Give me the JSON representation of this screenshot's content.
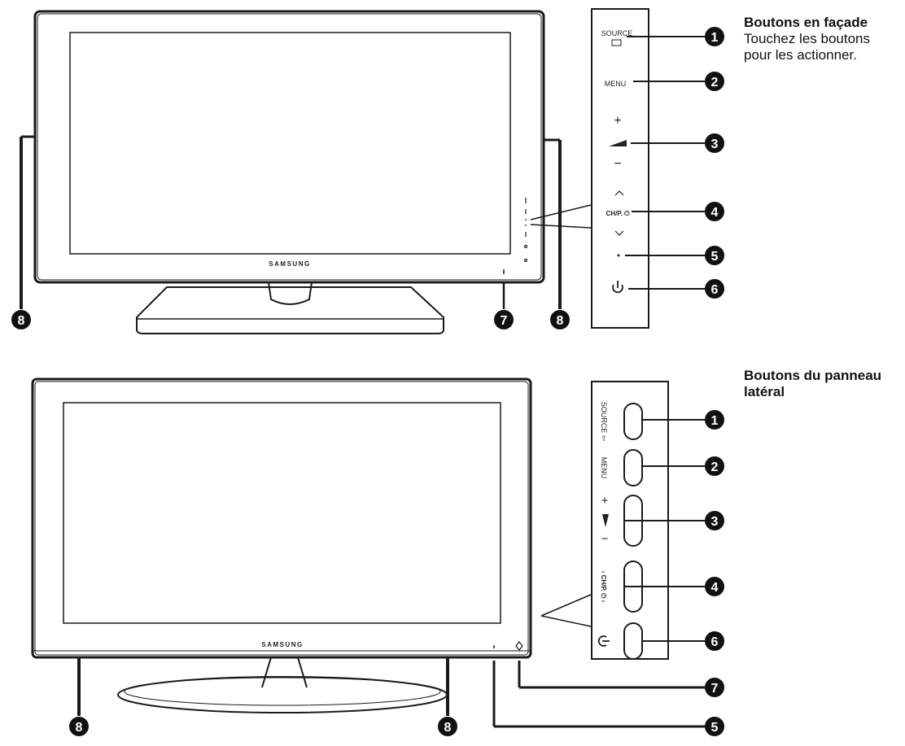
{
  "top_section": {
    "title": "Boutons en façade",
    "description_line1": "Touchez les boutons",
    "description_line2": "pour les actionner.",
    "brand": "SAMSUNG",
    "panel_labels": {
      "source": "SOURCE",
      "menu": "MENU",
      "plus": "+",
      "minus": "−",
      "up": "^",
      "ch": "CH/P. ⏻",
      "down": "v",
      "dot": "·",
      "power": "⏻"
    },
    "callouts": [
      "1",
      "2",
      "3",
      "4",
      "5",
      "6",
      "7",
      "8",
      "8"
    ]
  },
  "bottom_section": {
    "title_line1": "Boutons du panneau",
    "title_line2": "latéral",
    "brand": "SAMSUNG",
    "panel_labels": {
      "source": "SOURCE ⇦",
      "menu": "MENU",
      "plus": "+",
      "minus": "−",
      "ch": "‹ CH/P. ⏻ ›",
      "power": "⏻"
    },
    "callouts": [
      "1",
      "2",
      "3",
      "4",
      "6",
      "7",
      "5",
      "8",
      "8"
    ]
  },
  "colors": {
    "line": "#1a1a1a",
    "callout_fill": "#111111",
    "background": "#ffffff"
  }
}
